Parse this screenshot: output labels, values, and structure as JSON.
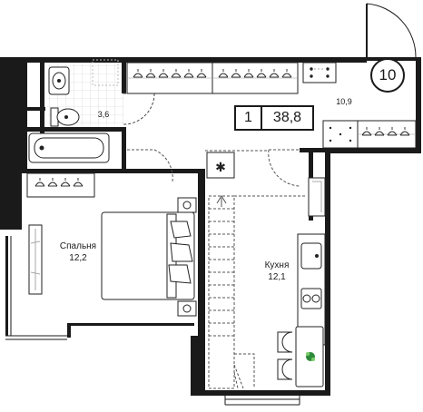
{
  "apartment_number": "10",
  "summary": {
    "rooms": "1",
    "total_area": "38,8"
  },
  "rooms": {
    "bathroom": {
      "area": "3,6"
    },
    "hall": {
      "area": "10,9"
    },
    "bedroom": {
      "name": "Спальня",
      "area": "12,2"
    },
    "kitchen": {
      "name": "Кухня",
      "area": "12,1"
    }
  },
  "colors": {
    "wall": "#1a1a1a",
    "line": "#2a2a2a",
    "dash": "#555555",
    "plant": "#2e8b3a"
  }
}
